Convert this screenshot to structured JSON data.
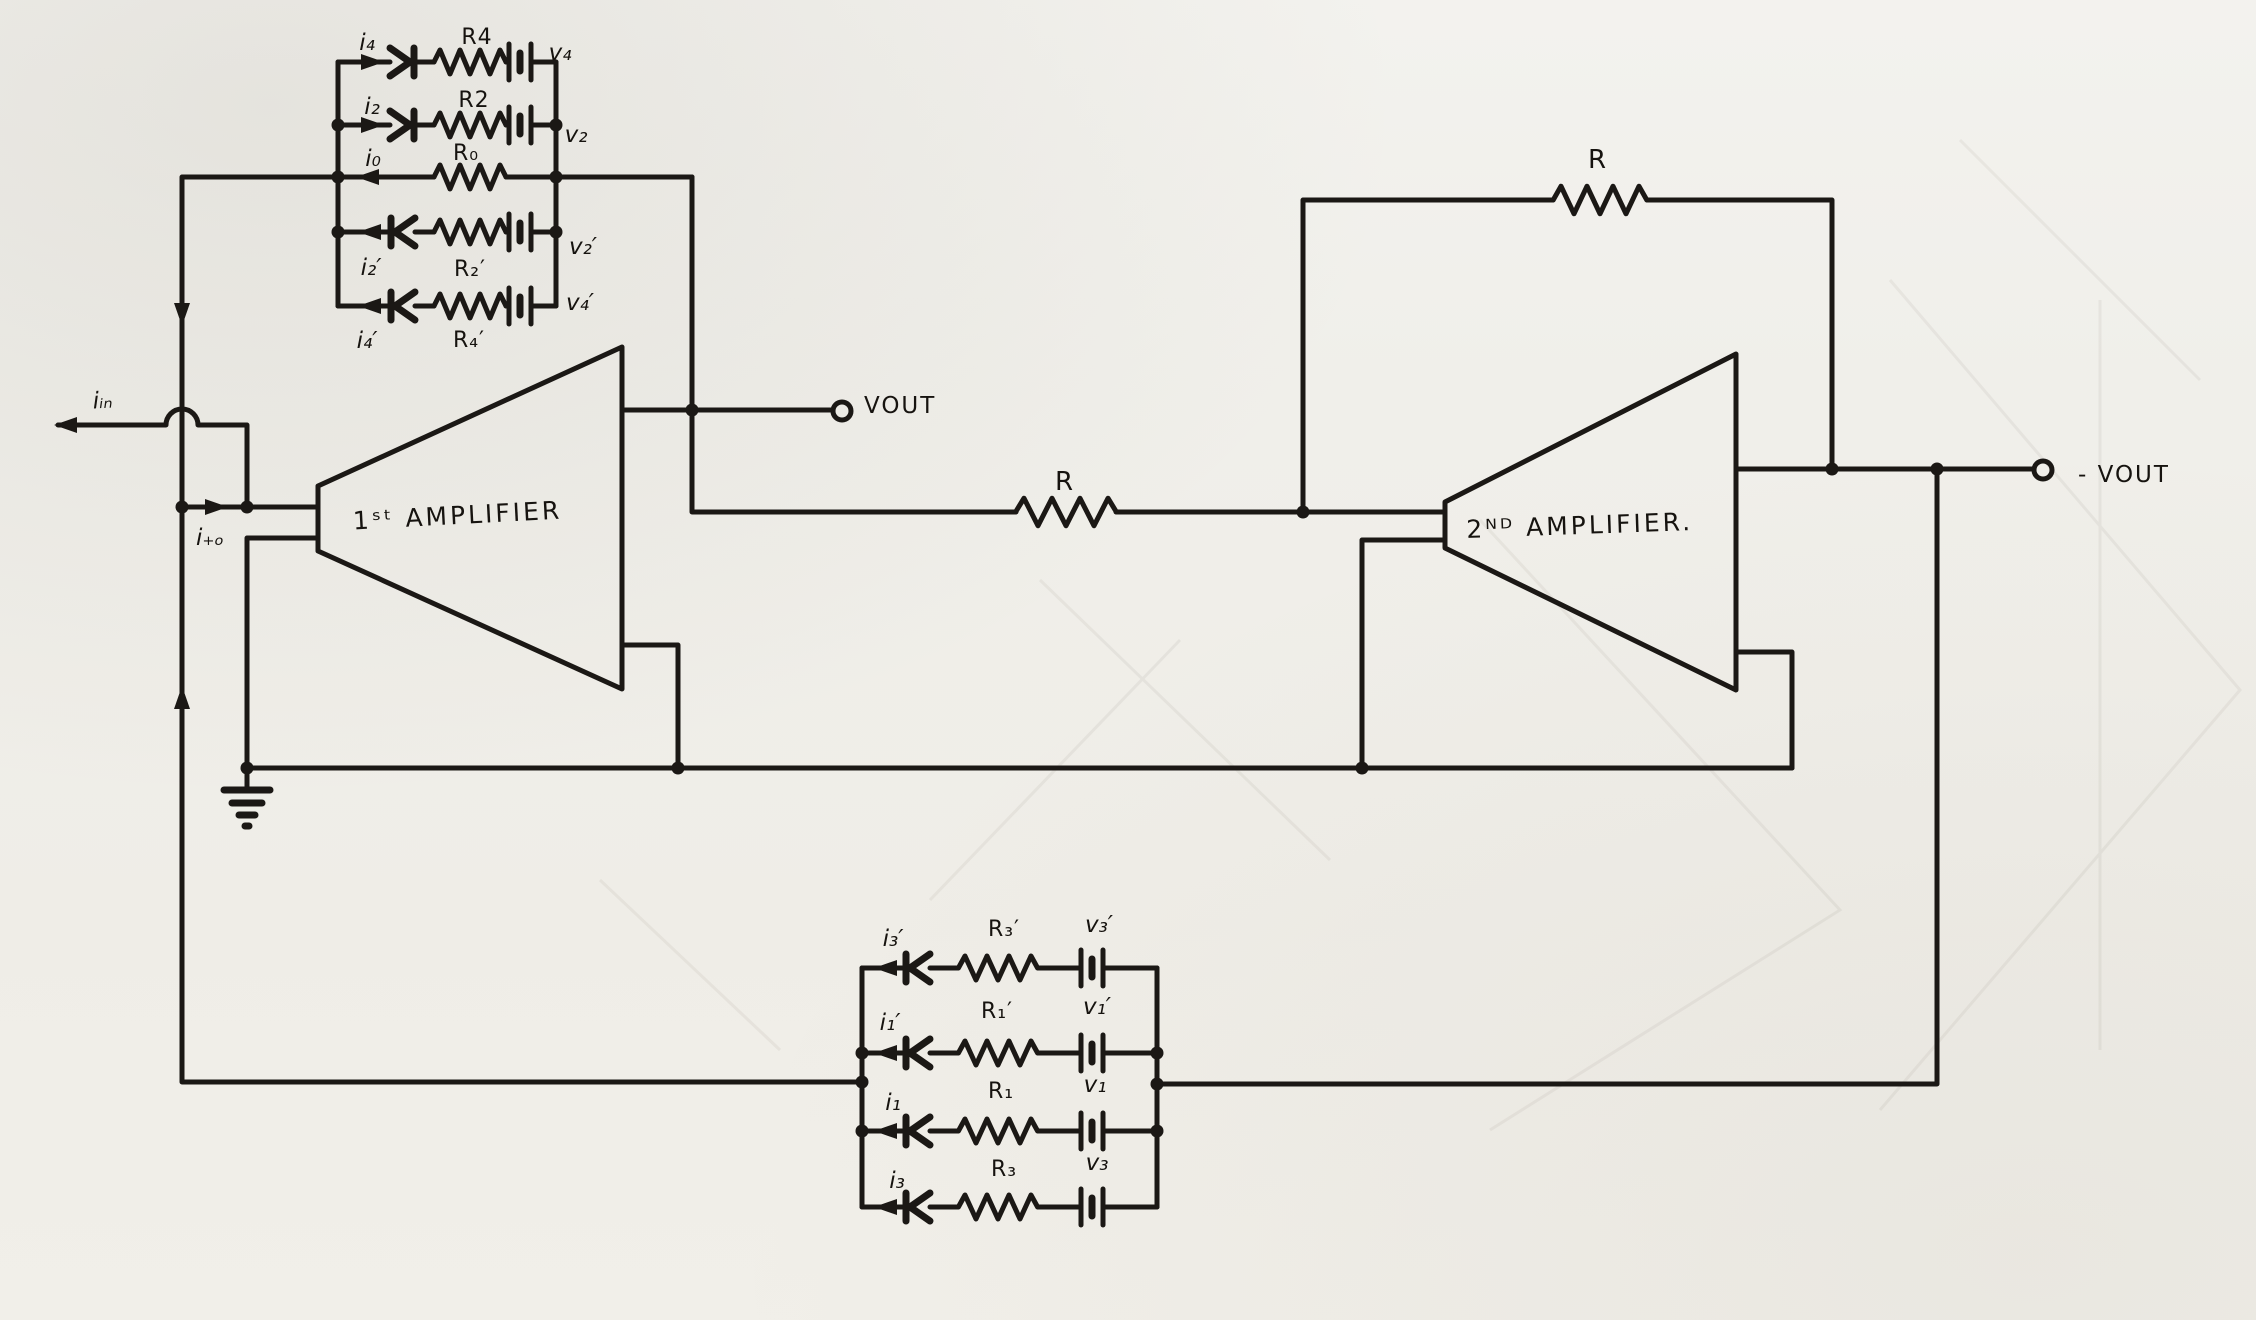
{
  "document": {
    "kind": "hand-drawn circuit schematic",
    "description": "Two-amplifier diode function generator with resistor-battery branch networks"
  },
  "labels": {
    "input_current": "iᵢₙ",
    "node_current": "i₊ₒ",
    "amp1": "1ˢᵗ AMPLIFIER",
    "amp2": "2ᴺᴰ AMPLIFIER.",
    "output_pos": "VOUT",
    "output_neg": "- VOUT",
    "r_mid": "R",
    "r_top": "R"
  },
  "top_network": {
    "branches": [
      {
        "current": "i₄",
        "resistor": "R4",
        "source": "v₄",
        "diode": "right"
      },
      {
        "current": "i₂",
        "resistor": "R2",
        "source": "v₂",
        "diode": "right"
      },
      {
        "current": "i₀",
        "resistor": "R₀",
        "source": "",
        "diode": "none"
      },
      {
        "current": "i₂′",
        "resistor": "R₂′",
        "source": "v₂′",
        "diode": "left"
      },
      {
        "current": "i₄′",
        "resistor": "R₄′",
        "source": "v₄′",
        "diode": "left"
      }
    ]
  },
  "bottom_network": {
    "branches": [
      {
        "current": "i₃′",
        "resistor": "R₃′",
        "source": "v₃′",
        "diode": "left"
      },
      {
        "current": "i₁′",
        "resistor": "R₁′",
        "source": "v₁′",
        "diode": "left"
      },
      {
        "current": "i₁",
        "resistor": "R₁",
        "source": "v₁",
        "diode": "left"
      },
      {
        "current": "i₃",
        "resistor": "R₃",
        "source": "v₃",
        "diode": "left"
      }
    ]
  }
}
